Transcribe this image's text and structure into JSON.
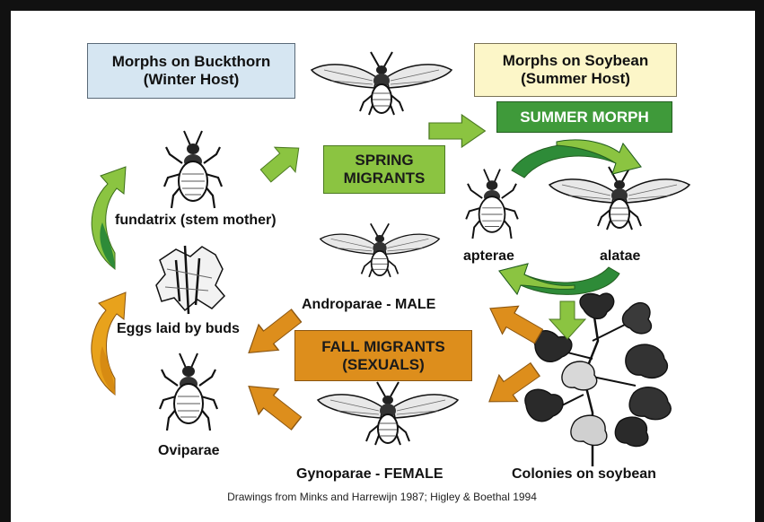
{
  "boxes": {
    "winter_host": [
      "Morphs on Buckthorn",
      "(Winter Host)"
    ],
    "summer_host": [
      "Morphs on Soybean",
      "(Summer Host)"
    ],
    "summer_morph": "SUMMER MORPH",
    "spring_migrants": [
      "SPRING",
      "MIGRANTS"
    ],
    "fall_migrants": [
      "FALL MIGRANTS",
      "(SEXUALS)"
    ]
  },
  "labels": {
    "fundatrix": "fundatrix (stem mother)",
    "eggs": "Eggs laid by buds",
    "oviparae": "Oviparae",
    "androparae": "Androparae - MALE",
    "gynoparae": "Gynoparae - FEMALE",
    "apterae": "apterae",
    "alatae": "alatae",
    "colonies": "Colonies on soybean"
  },
  "credit": "Drawings from Minks and Harrewijn 1987; Higley & Boethal 1994",
  "colors": {
    "spring_green": "#8bc441",
    "summer_green": "#3f9a3a",
    "fall_orange": "#dd8e1c",
    "winter_blue": "#d6e6f2",
    "summer_yellow": "#fcf6c8"
  }
}
